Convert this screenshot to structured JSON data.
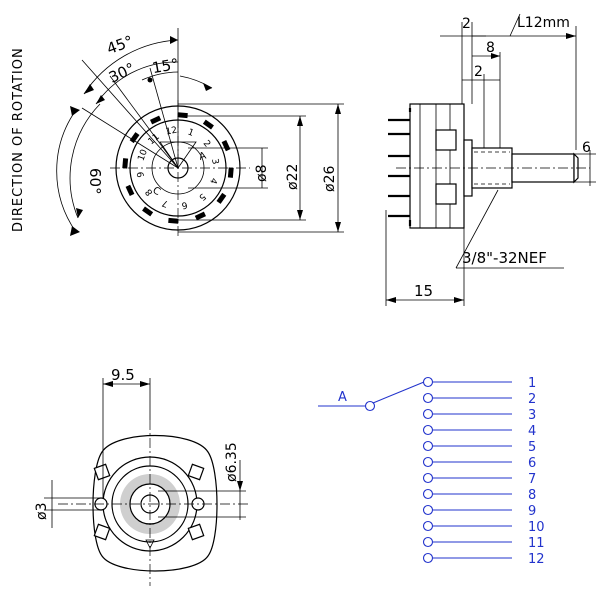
{
  "labels": {
    "direction": "DIRECTION OF ROTATION",
    "angle45": "45°",
    "angle30": "30°",
    "angle15": "15°",
    "angle60": "60°",
    "phi8": "ø8",
    "phi22": "ø22",
    "phi26": "ø26",
    "dim2_top": "2",
    "dim_l12": "L12mm",
    "dim8": "8",
    "dim2_mid": "2",
    "dim6": "6",
    "thread": "3/8\"-32NEF",
    "dim15": "15",
    "dim9_5": "9.5",
    "phi3": "ø3",
    "phi6_35": "ø6.35",
    "rotor_a": "A",
    "rotor_c": "C",
    "common_a": "A"
  },
  "wafer_numbers": [
    "1",
    "2",
    "3",
    "4",
    "5",
    "6",
    "7",
    "8",
    "9",
    "10",
    "11",
    "12"
  ],
  "schematic": {
    "input_label": "A",
    "positions": [
      "1",
      "2",
      "3",
      "4",
      "5",
      "6",
      "7",
      "8",
      "9",
      "10",
      "11",
      "12"
    ]
  },
  "colors": {
    "line": "#000000",
    "schematic": "#2233cc"
  }
}
